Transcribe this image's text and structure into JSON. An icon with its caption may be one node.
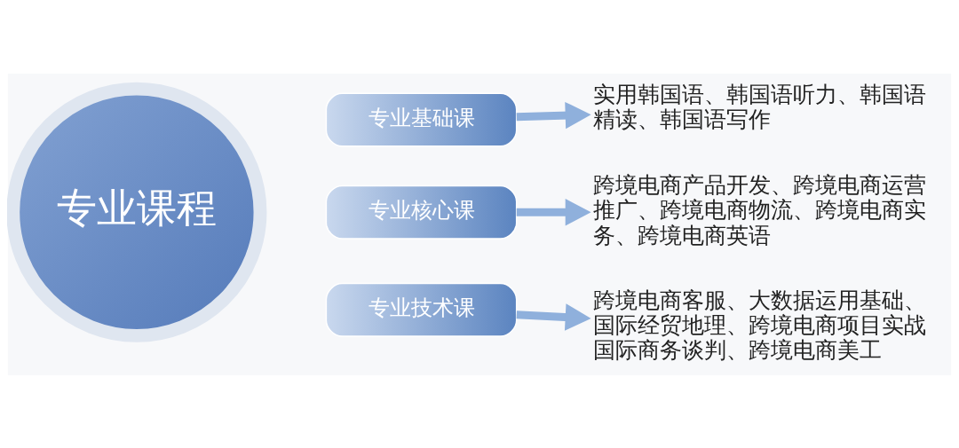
{
  "diagram": {
    "nodes": [
      {
        "text": [
          "专业课程"
        ]
      },
      {
        "text": [
          "专业基础课"
        ]
      },
      {
        "text": [
          "专业核心课"
        ]
      },
      {
        "text": [
          "专业技术课"
        ]
      },
      {
        "text": [
          "实用韩国语、韩国语听力、韩国语精读、韩国语写作"
        ]
      },
      {
        "text": [
          "跨境电商产品开发、跨境电商运营推广、跨境电商物流、跨境电商实务、跨境电商英语"
        ]
      },
      {
        "text": [
          "跨境电商客服、大数据运用基础、国际经贸地理、跨境电商项目实战国际商务谈判、跨境电商美工"
        ]
      }
    ],
    "edges": [
      {
        "from": 1,
        "to": 4,
        "arrow": "to"
      },
      {
        "from": 2,
        "to": 5,
        "arrow": "to"
      },
      {
        "from": 3,
        "to": 6,
        "arrow": "to"
      }
    ]
  }
}
